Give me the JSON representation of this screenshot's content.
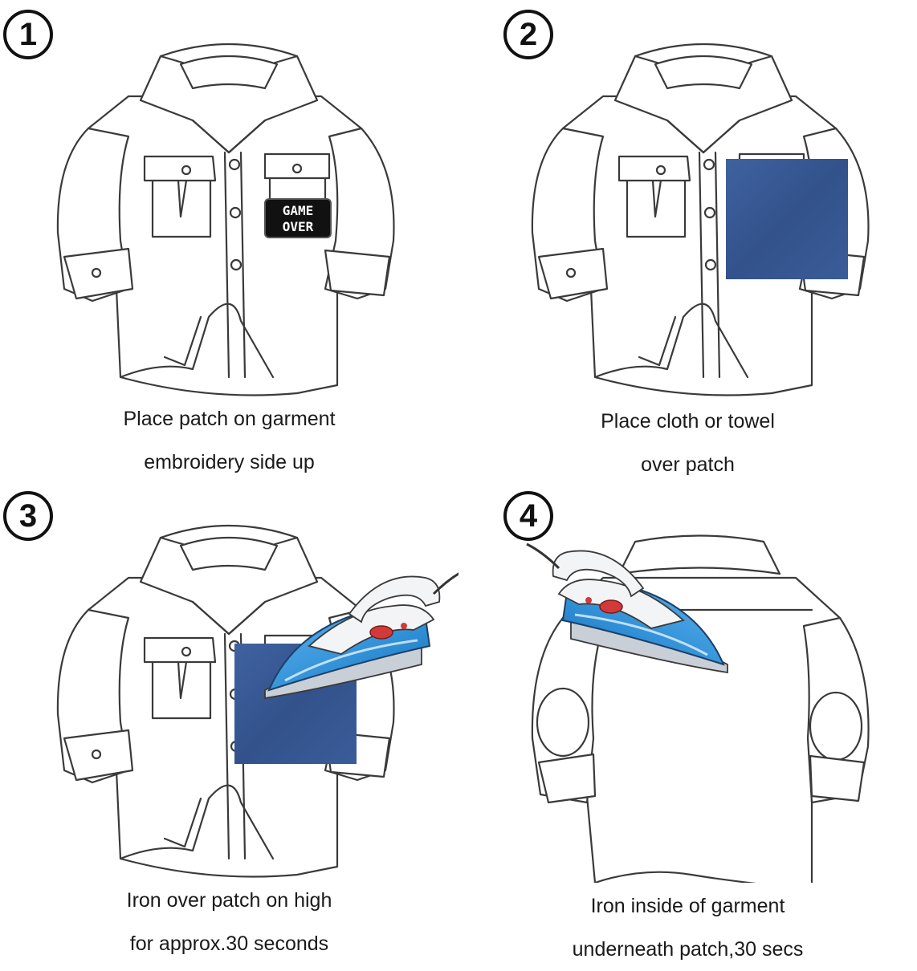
{
  "steps": [
    {
      "number": "1",
      "line1": "Place patch on garment",
      "line2": "embroidery side up"
    },
    {
      "number": "2",
      "line1": "Place cloth or towel",
      "line2": "over patch"
    },
    {
      "number": "3",
      "line1": "Iron over patch on high",
      "line2": "for approx.30 seconds"
    },
    {
      "number": "4",
      "line1": "Iron inside of garment",
      "line2": "underneath patch,30 secs"
    }
  ],
  "patch": {
    "line1": "GAME",
    "line2": "OVER"
  },
  "colors": {
    "cloth": "#3c5f9c",
    "iron_blue": "#2f8fd6",
    "outline": "#3a3a3a",
    "patch_bg": "#111111"
  }
}
